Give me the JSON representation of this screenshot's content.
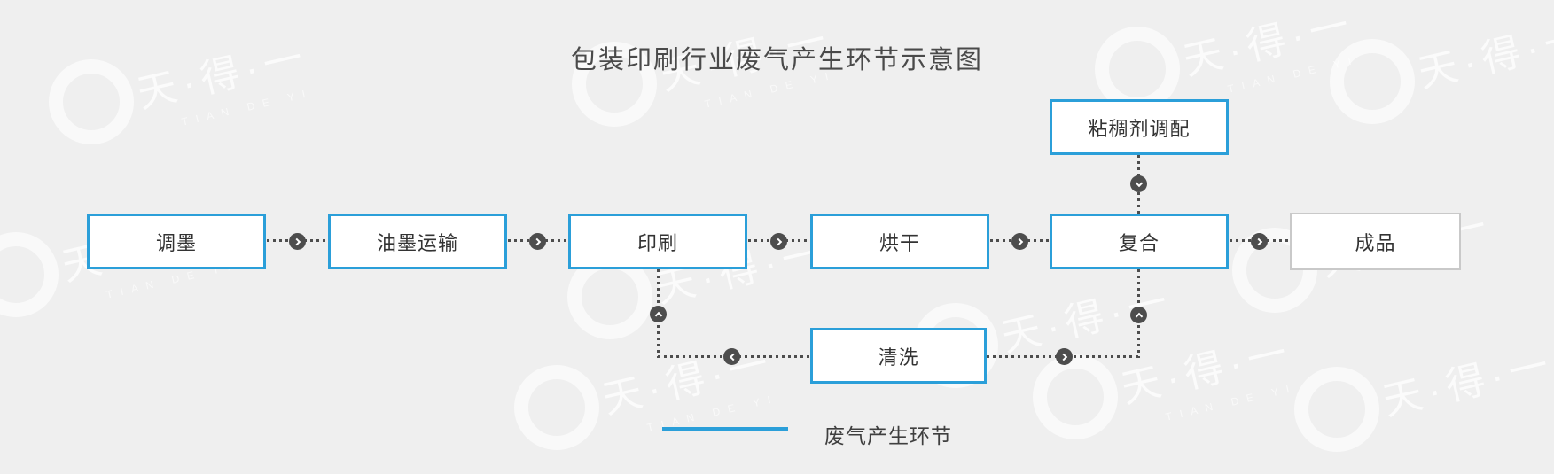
{
  "title": "包装印刷行业废气产生环节示意图",
  "nodes": [
    {
      "id": "ink-mixing",
      "label": "调墨",
      "waste_gas": true
    },
    {
      "id": "ink-transport",
      "label": "油墨运输",
      "waste_gas": true
    },
    {
      "id": "printing",
      "label": "印刷",
      "waste_gas": true
    },
    {
      "id": "drying",
      "label": "烘干",
      "waste_gas": true
    },
    {
      "id": "laminating",
      "label": "复合",
      "waste_gas": true
    },
    {
      "id": "finished-product",
      "label": "成品",
      "waste_gas": false
    },
    {
      "id": "adhesive-mixing",
      "label": "粘稠剂调配",
      "waste_gas": true
    },
    {
      "id": "cleaning",
      "label": "清洗",
      "waste_gas": true
    }
  ],
  "legend": {
    "label": "废气产生环节"
  },
  "colors": {
    "background": "#efefef",
    "waste_gas_accent": "#2b9fd9",
    "plain_border": "#c9c9c9",
    "connector": "#4d4d4d",
    "arrow_badge": "#4d4d4d",
    "text": "#333333"
  },
  "watermark": {
    "text": "天·得·一",
    "subtext": "TIAN DE YI"
  }
}
